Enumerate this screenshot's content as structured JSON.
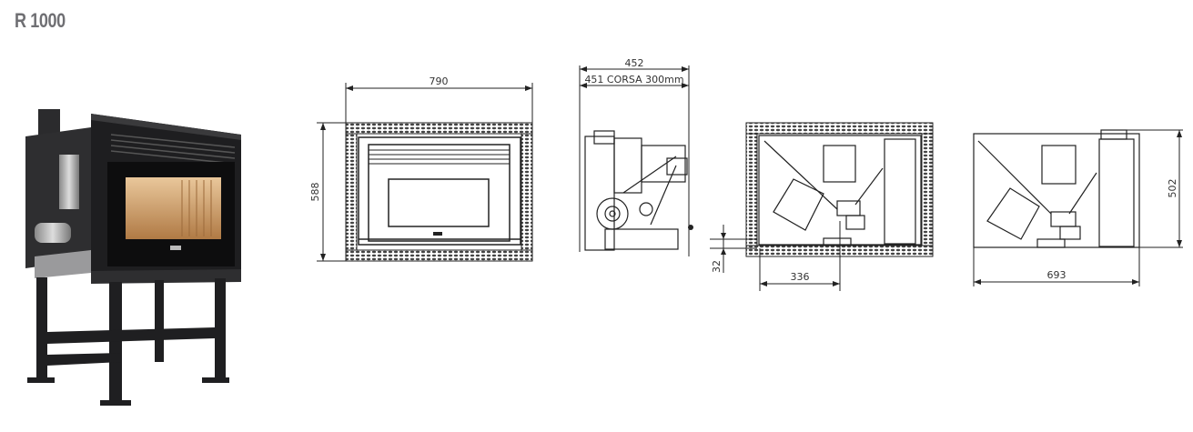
{
  "header": {
    "title": "R 1000"
  },
  "product_photo": {
    "alt": "pellet stove insert on stand"
  },
  "views": {
    "front": {
      "width_label": "790",
      "height_label": "588"
    },
    "side": {
      "depth_label": "452",
      "travel_label": "451 CORSA 300mm"
    },
    "top_installed": {
      "offset_label": "32",
      "flue_offset_label": "336"
    },
    "top": {
      "width_label": "693",
      "depth_label": "502"
    }
  },
  "colors": {
    "title": "#6f6f73",
    "line": "#222222",
    "insulation": "#444444"
  }
}
